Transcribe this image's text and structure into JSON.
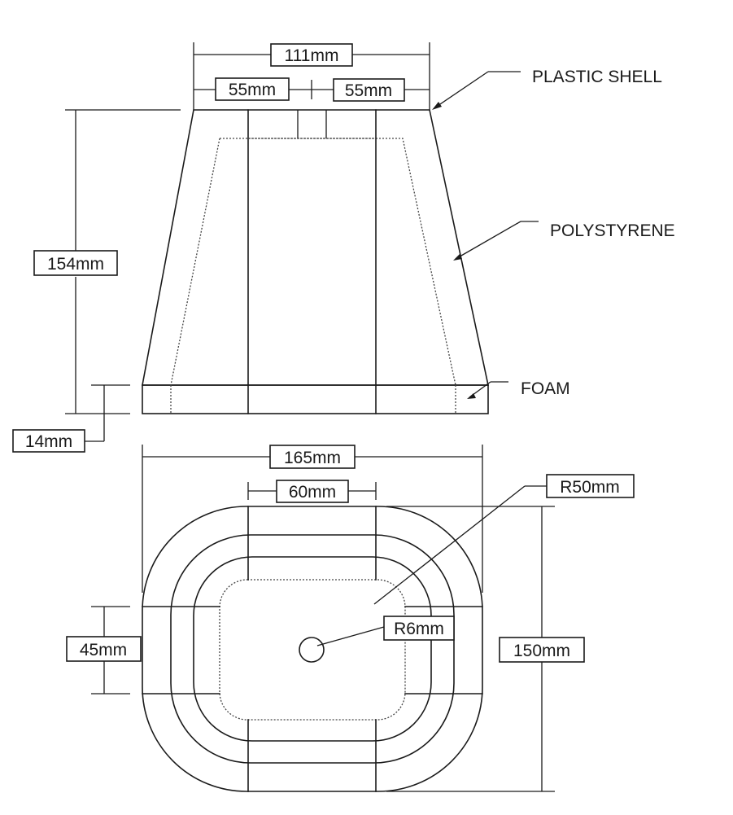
{
  "dimensions": {
    "top_width": "111mm",
    "top_half_left": "55mm",
    "top_half_right": "55mm",
    "height": "154mm",
    "foam_thickness": "14mm",
    "base_width": "165mm",
    "center_width": "60mm",
    "outer_radius": "R50mm",
    "hole_radius": "R6mm",
    "side_width": "45mm",
    "base_depth": "150mm"
  },
  "callouts": {
    "plastic_shell": "PLASTIC SHELL",
    "polystyrene": "POLYSTYRENE",
    "foam": "FOAM"
  }
}
